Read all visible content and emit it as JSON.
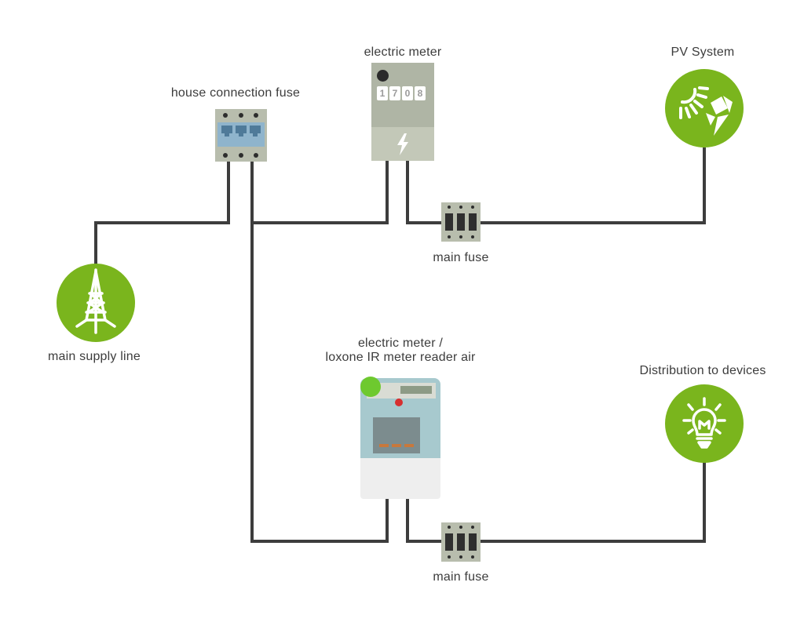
{
  "diagram": {
    "title": "Electric meter wiring with PV system",
    "colors": {
      "accent_green": "#7ab51d",
      "wire": "#3d3d3d",
      "device_grey": "#b4baa8",
      "fuse_blue": "#8fb4cc"
    },
    "nodes": {
      "house_connection_fuse": {
        "label": "house connection fuse"
      },
      "electric_meter": {
        "label": "electric meter",
        "display_digits": [
          "1",
          "7",
          "0",
          "8"
        ],
        "icon": "lightning-bolt-icon"
      },
      "pv_system": {
        "label": "PV System",
        "icon": "solar-panel-icon"
      },
      "main_fuse_top": {
        "label": "main fuse"
      },
      "main_supply_line": {
        "label": "main supply line",
        "icon": "transmission-tower-icon"
      },
      "ir_meter": {
        "label_line1": "electric meter /",
        "label_line2": "loxone IR meter reader air"
      },
      "distribution": {
        "label": "Distribution to devices",
        "icon": "light-bulb-icon"
      },
      "main_fuse_bottom": {
        "label": "main fuse"
      }
    },
    "connections": [
      [
        "house_connection_fuse",
        "main_supply_line"
      ],
      [
        "house_connection_fuse",
        "electric_meter"
      ],
      [
        "house_connection_fuse",
        "ir_meter"
      ],
      [
        "electric_meter",
        "main_fuse_top"
      ],
      [
        "main_fuse_top",
        "pv_system"
      ],
      [
        "ir_meter",
        "main_fuse_bottom"
      ],
      [
        "main_fuse_bottom",
        "distribution"
      ]
    ]
  }
}
